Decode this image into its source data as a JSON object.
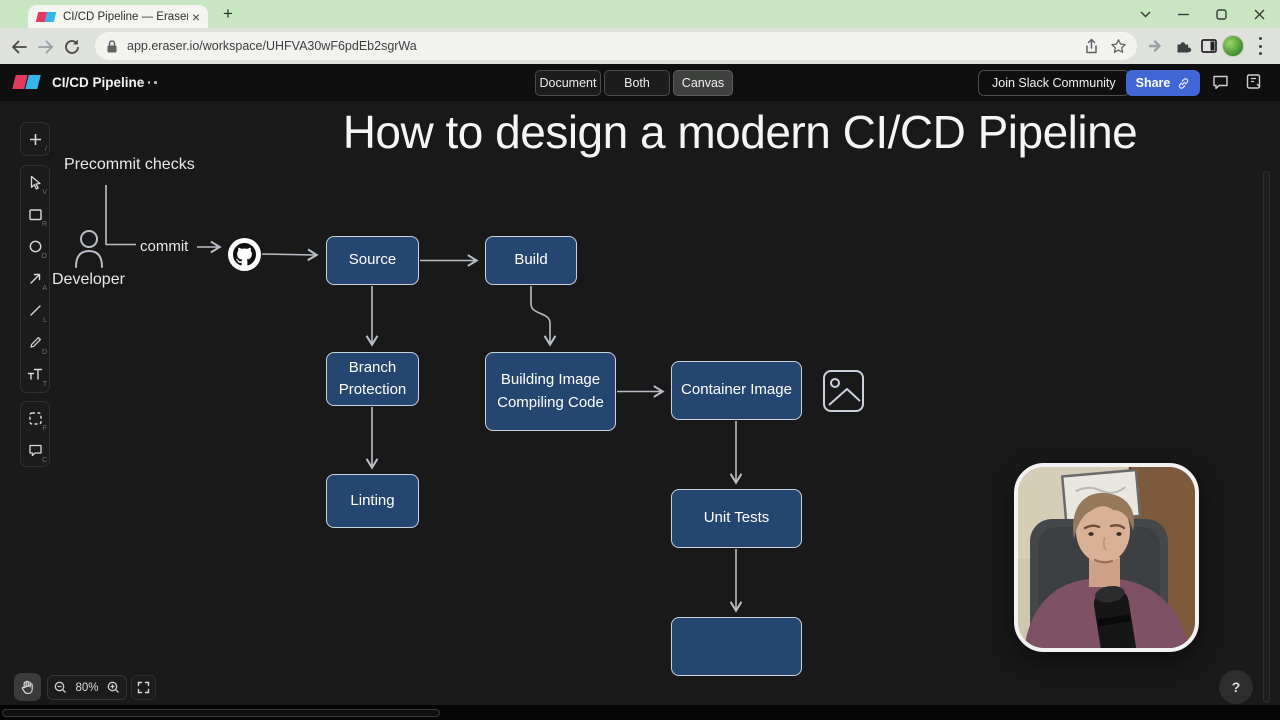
{
  "browser": {
    "tab_title": "CI/CD Pipeline — Eraser",
    "url": "app.eraser.io/workspace/UHFVA30wF6pdEb2sgrWa"
  },
  "header": {
    "doc_title": "CI/CD Pipeline",
    "view_switch": {
      "document": "Document",
      "both": "Both",
      "canvas": "Canvas"
    },
    "join_slack": "Join Slack Community",
    "share": "Share"
  },
  "tools": [
    {
      "name": "insert",
      "shortcut": "/"
    },
    {
      "name": "select",
      "shortcut": "V"
    },
    {
      "name": "rectangle",
      "shortcut": "R"
    },
    {
      "name": "ellipse",
      "shortcut": "O"
    },
    {
      "name": "arrow",
      "shortcut": "A"
    },
    {
      "name": "line",
      "shortcut": "L"
    },
    {
      "name": "draw",
      "shortcut": "D"
    },
    {
      "name": "text",
      "shortcut": "T"
    },
    {
      "name": "frame",
      "shortcut": "F"
    },
    {
      "name": "comment",
      "shortcut": "C"
    }
  ],
  "diagram": {
    "title": "How to design a modern CI/CD Pipeline",
    "precommit_label": "Precommit checks",
    "developer_label": "Developer",
    "commit_label": "commit",
    "nodes": {
      "source": "Source",
      "build": "Build",
      "branch_protection": "Branch\nProtection",
      "building_image": "Building Image\nCompiling Code",
      "container_image": "Container Image",
      "linting": "Linting",
      "unit_tests": "Unit Tests",
      "empty": ""
    }
  },
  "footer": {
    "zoom_level": "80%",
    "help": "?"
  }
}
